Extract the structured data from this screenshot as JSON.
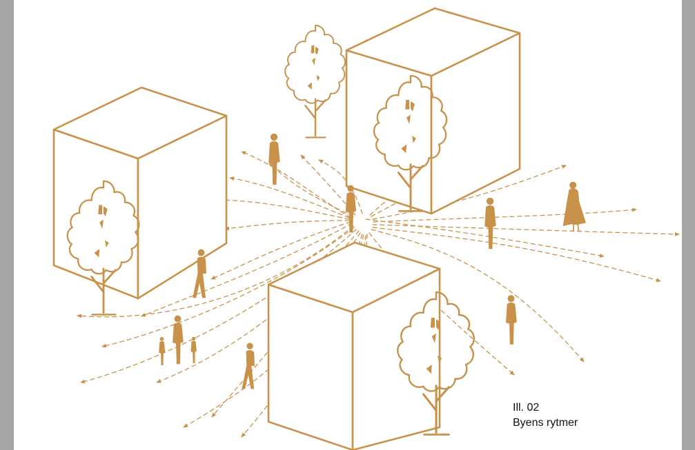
{
  "caption": {
    "number": "Ill. 02",
    "title": "Byens rytmer"
  },
  "colors": {
    "illustration": "#c8924b",
    "page_background": "#ffffff",
    "viewer_background": "#a7a7a7",
    "caption_text": "#111111"
  },
  "illustration": {
    "elements": [
      "cube",
      "cube",
      "cube",
      "tree",
      "tree",
      "tree",
      "tree",
      "person",
      "dashed-arrow"
    ]
  }
}
